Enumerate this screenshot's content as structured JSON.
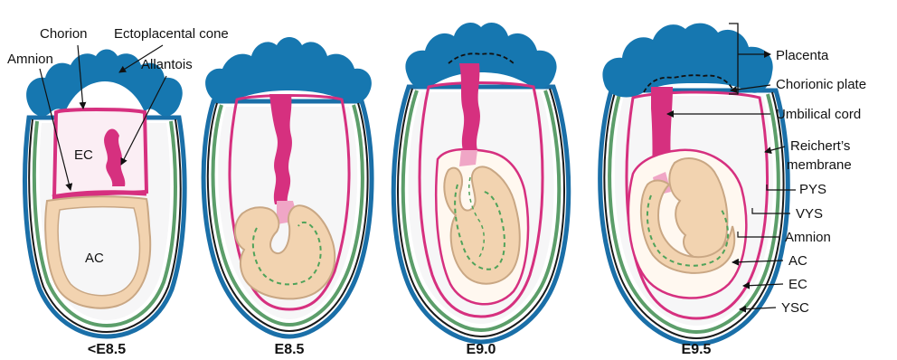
{
  "colors": {
    "placenta": "#1677b0",
    "outer_shell": "#1a6fa8",
    "reichert_black": "#1a1a1a",
    "yolk_sac_green": "#5c9e6a",
    "exocoelom_fill": "#f6f6f7",
    "pink_membrane": "#d6307f",
    "umbilical_cord": "#d6307f",
    "embryo_fill": "#f2d3b0",
    "embryo_stroke": "#c9a784",
    "neural_dash": "#4fa35a",
    "amnion_light": "#f0a6c6"
  },
  "stage_labels": [
    "<E8.5",
    "E8.5",
    "E9.0",
    "E9.5"
  ],
  "panel1_labels": {
    "chorion": "Chorion",
    "ectoplacental_cone": "Ectoplacental cone",
    "amnion": "Amnion",
    "allantois": "Allantois",
    "ec": "EC",
    "ac": "AC"
  },
  "right_labels": {
    "placenta": "Placenta",
    "chorionic_plate": "Chorionic plate",
    "umbilical_cord": "Umbilical cord",
    "reicherts_line1": "Reichert’s",
    "reicherts_line2": "membrane",
    "pys": "PYS",
    "vys": "VYS",
    "amnion": "Amnion",
    "ac": "AC",
    "ec": "EC",
    "ysc": "YSC"
  }
}
